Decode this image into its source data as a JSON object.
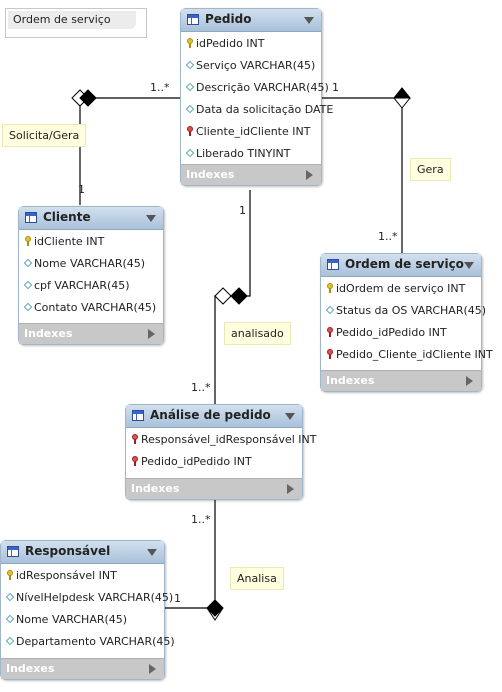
{
  "diagram_title": "Ordem de serviço",
  "tables": {
    "pedido": {
      "name": "Pedido",
      "columns": [
        {
          "icon": "primary-key-icon",
          "text": "idPedido INT"
        },
        {
          "icon": "attribute-diamond-icon",
          "text": "Serviço VARCHAR(45)"
        },
        {
          "icon": "attribute-diamond-icon",
          "text": "Descrição VARCHAR(45)"
        },
        {
          "icon": "attribute-diamond-icon",
          "text": "Data da solicitação DATE"
        },
        {
          "icon": "foreign-key-icon",
          "text": "Cliente_idCliente INT"
        },
        {
          "icon": "attribute-diamond-icon",
          "text": "Liberado TINYINT"
        }
      ],
      "footer": "Indexes"
    },
    "cliente": {
      "name": "Cliente",
      "columns": [
        {
          "icon": "primary-key-icon",
          "text": "idCliente INT"
        },
        {
          "icon": "attribute-diamond-icon",
          "text": "Nome VARCHAR(45)"
        },
        {
          "icon": "attribute-diamond-icon",
          "text": "cpf VARCHAR(45)"
        },
        {
          "icon": "attribute-diamond-icon",
          "text": "Contato VARCHAR(45)"
        }
      ],
      "footer": "Indexes"
    },
    "ordem": {
      "name": "Ordem de serviço",
      "columns": [
        {
          "icon": "primary-key-icon",
          "text": "idOrdem de serviço INT"
        },
        {
          "icon": "attribute-diamond-icon",
          "text": "Status da OS VARCHAR(45)"
        },
        {
          "icon": "foreign-key-icon",
          "text": "Pedido_idPedido INT"
        },
        {
          "icon": "foreign-key-icon",
          "text": "Pedido_Cliente_idCliente INT"
        }
      ],
      "footer": "Indexes"
    },
    "analise": {
      "name": "Análise de pedido",
      "columns": [
        {
          "icon": "foreign-key-icon",
          "text": "Responsável_idResponsável INT"
        },
        {
          "icon": "foreign-key-icon",
          "text": "Pedido_idPedido INT"
        }
      ],
      "footer": "Indexes"
    },
    "responsavel": {
      "name": "Responsável",
      "columns": [
        {
          "icon": "primary-key-icon",
          "text": "idResponsável INT"
        },
        {
          "icon": "attribute-diamond-icon",
          "text": "NívelHelpdesk VARCHAR(45)"
        },
        {
          "icon": "attribute-diamond-icon",
          "text": "Nome VARCHAR(45)"
        },
        {
          "icon": "attribute-diamond-icon",
          "text": "Departamento VARCHAR(45)"
        }
      ],
      "footer": "Indexes"
    }
  },
  "relationships": {
    "solicita": {
      "label": "Solicita/Gera",
      "card_a": "1..*",
      "card_b": "1"
    },
    "gera": {
      "label": "Gera",
      "card_a": "1",
      "card_b": "1..*"
    },
    "analisado": {
      "label": "analisado",
      "card_a": "1",
      "card_b": "1..*"
    },
    "analisa": {
      "label": "Analisa",
      "card_a": "1..*",
      "card_b": "1"
    }
  },
  "colors": {
    "header_gradient_top": "#d2e0ee",
    "header_gradient_bottom": "#a9c1da",
    "footer": "#c8c8c8",
    "label_bg": "#ffffdf",
    "line": "#000000"
  }
}
